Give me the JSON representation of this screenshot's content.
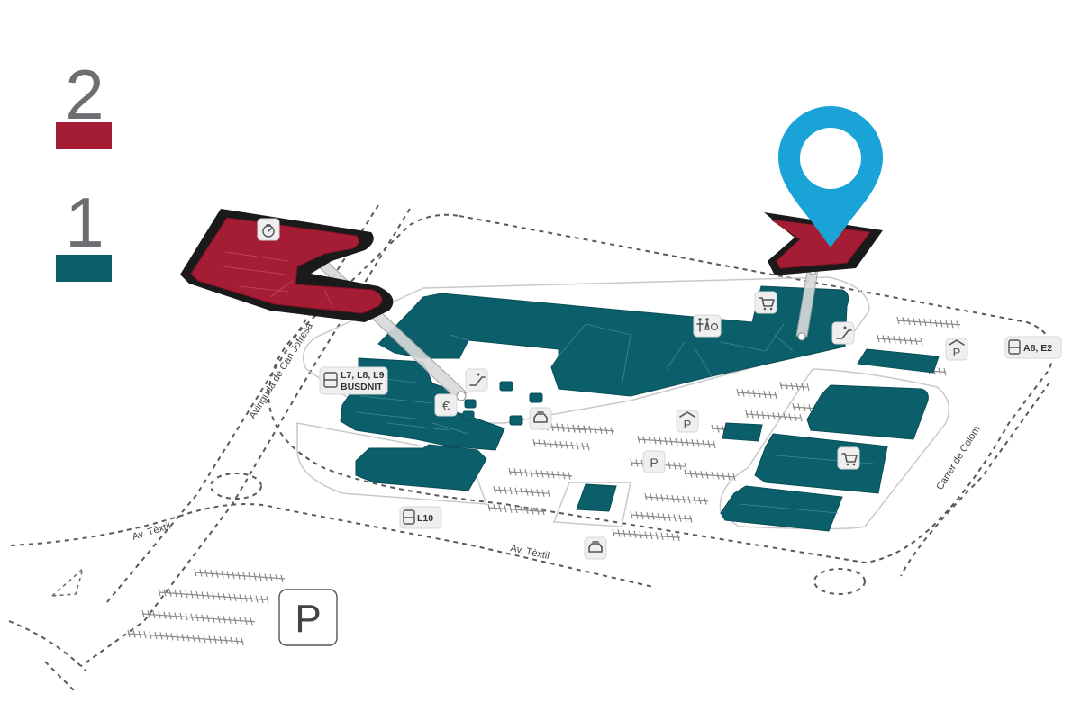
{
  "legend": {
    "levels": [
      {
        "number": "2",
        "color": "#a51d35"
      },
      {
        "number": "1",
        "color": "#0b5f6a"
      }
    ]
  },
  "streets": {
    "avinguda": "Avinguda de Can Jofresa",
    "textil_left": "Av. Tèxtil",
    "textil_bottom": "Av. Tèxtil",
    "colom": "Carrer de Colom"
  },
  "transport": {
    "bus_left_line1": "L7, L8, L9",
    "bus_left_line2": "BUSDNIT",
    "bus_bottom": "L10",
    "bus_right": "A8, E2"
  },
  "icons": {
    "parking": "parking-icon",
    "covered_parking": "covered-parking-icon",
    "cart": "shopping-cart-icon",
    "taxi": "taxi-icon",
    "bus": "bus-icon",
    "escalator": "escalator-icon",
    "toilets": "restroom-icon",
    "atm": "euro-icon",
    "location_pin": "location-pin-icon",
    "level2_shop": "clock-icon"
  },
  "colors": {
    "level1": "#0b5f6a",
    "level2": "#a51d35",
    "pin": "#1aa3d6"
  },
  "symbols": {
    "parking_letter": "P",
    "euro": "€"
  }
}
